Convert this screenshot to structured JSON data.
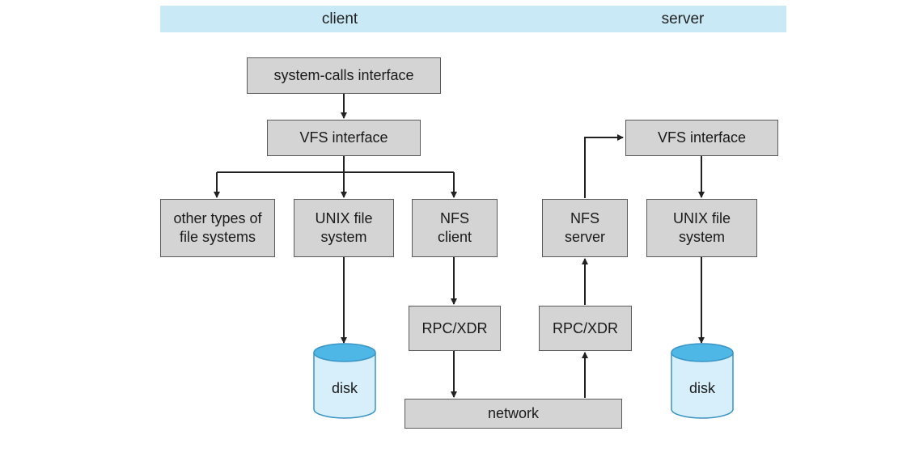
{
  "header": {
    "client_label": "client",
    "server_label": "server"
  },
  "client": {
    "syscalls": "system-calls interface",
    "vfs": "VFS interface",
    "other_fs": [
      "other types of",
      "file systems"
    ],
    "unix_fs": [
      "UNIX file",
      "system"
    ],
    "nfs_client": [
      "NFS",
      "client"
    ],
    "rpc": "RPC/XDR",
    "disk": "disk"
  },
  "network": "network",
  "server": {
    "vfs": "VFS interface",
    "nfs_server": [
      "NFS",
      "server"
    ],
    "unix_fs": [
      "UNIX file",
      "system"
    ],
    "rpc": "RPC/XDR",
    "disk": "disk"
  },
  "colors": {
    "header_band": "#c8e9f5",
    "box_fill": "#d4d4d4",
    "disk_top": "#4fb7e6",
    "disk_body": "#d6effa"
  }
}
